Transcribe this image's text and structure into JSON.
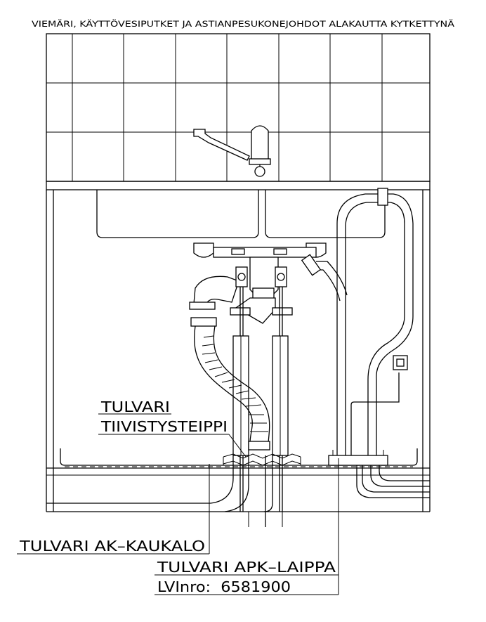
{
  "title": "VIEMÄRI, KÄYTTÖVESIPUTKET JA ASTIANPESUKONEJOHDOT ALAKAUTTA KYTKETTYNÄ",
  "labels": {
    "tulvari_tape_1": "TULVARI",
    "tulvari_tape_2": "TIIVISTYSTEIPPI",
    "tulvari_ak": "TULVARI AK–KAUKALO",
    "tulvari_apk": "TULVARI APK–LAIPPA",
    "lvi_number": "LVInro:  6581900"
  },
  "colors": {
    "line": "#000000",
    "background": "#ffffff"
  }
}
